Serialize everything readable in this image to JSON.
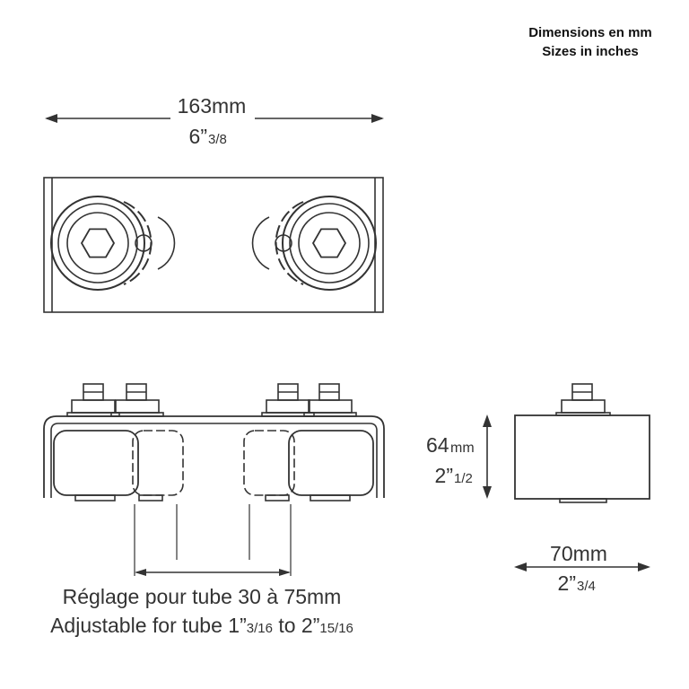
{
  "header": {
    "line1": "Dimensions en mm",
    "line2": "Sizes in inches"
  },
  "dimensions": {
    "width": {
      "mm": "163mm",
      "inch_whole": "6”",
      "inch_frac": "3/8"
    },
    "height": {
      "value": "64",
      "unit": "mm",
      "inch_whole": "2”",
      "inch_frac": "1/2"
    },
    "depth": {
      "mm": "70mm",
      "inch_whole": "2”",
      "inch_frac": "3/4"
    }
  },
  "caption": {
    "fr": "Réglage pour tube 30 à 75mm",
    "en_prefix": "Adjustable for tube 1”",
    "en_frac1": "3/16",
    "en_mid": " to 2”",
    "en_frac2": "15/16"
  },
  "colors": {
    "line": "#333333"
  }
}
